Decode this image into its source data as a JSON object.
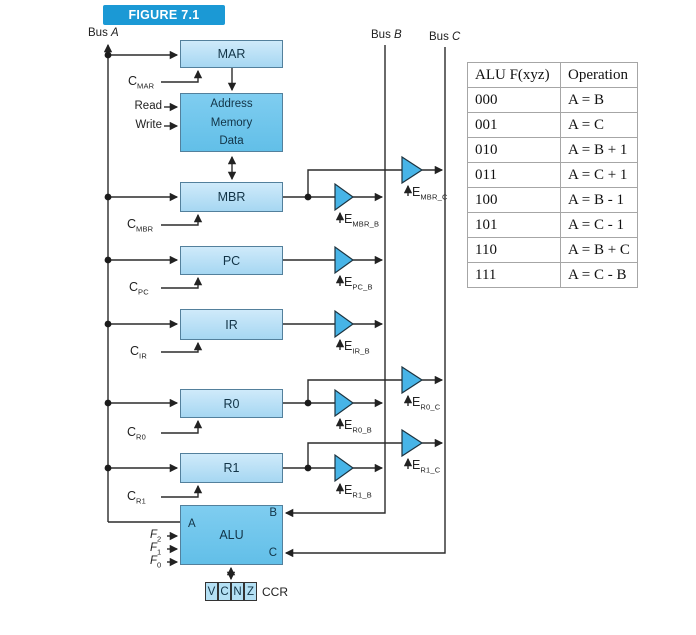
{
  "figure_label": "FIGURE 7.1",
  "buses": {
    "a": {
      "word": "Bus",
      "letter": "A"
    },
    "b": {
      "word": "Bus",
      "letter": "B"
    },
    "c": {
      "word": "Bus",
      "letter": "C"
    }
  },
  "registers": {
    "mar": "MAR",
    "mbr": "MBR",
    "pc": "PC",
    "ir": "IR",
    "r0": "R0",
    "r1": "R1"
  },
  "memory": {
    "lines": [
      "Address",
      "Memory",
      "Data"
    ]
  },
  "memory_controls": {
    "read": "Read",
    "write": "Write"
  },
  "control_signals": {
    "mar": {
      "base": "C",
      "sub": "MAR"
    },
    "mbr": {
      "base": "C",
      "sub": "MBR"
    },
    "pc": {
      "base": "C",
      "sub": "PC"
    },
    "ir": {
      "base": "C",
      "sub": "IR"
    },
    "r0": {
      "base": "C",
      "sub": "R0"
    },
    "r1": {
      "base": "C",
      "sub": "R1"
    }
  },
  "enable_signals": {
    "mbr_b": {
      "base": "E",
      "sub": "MBR_B"
    },
    "mbr_c": {
      "base": "E",
      "sub": "MBR_C"
    },
    "pc_b": {
      "base": "E",
      "sub": "PC_B"
    },
    "ir_b": {
      "base": "E",
      "sub": "IR_B"
    },
    "r0_b": {
      "base": "E",
      "sub": "R0_B"
    },
    "r0_c": {
      "base": "E",
      "sub": "R0_C"
    },
    "r1_b": {
      "base": "E",
      "sub": "R1_B"
    },
    "r1_c": {
      "base": "E",
      "sub": "R1_C"
    }
  },
  "alu": {
    "label": "ALU",
    "port_a": "A",
    "port_b": "B",
    "port_c": "C",
    "f_inputs": {
      "f2": {
        "base": "F",
        "sub": "2"
      },
      "f1": {
        "base": "F",
        "sub": "1"
      },
      "f0": {
        "base": "F",
        "sub": "0"
      }
    }
  },
  "ccr": {
    "flags": [
      "V",
      "C",
      "N",
      "Z"
    ],
    "label": "CCR"
  },
  "colors": {
    "accent_blue": "#1b99d5",
    "register_fill": "#a6d7f2",
    "memory_fill": "#6cc5ec",
    "buffer_fill": "#47b4e7"
  },
  "chart_data": {
    "type": "table",
    "title": "ALU function table",
    "headers": [
      "ALU F(xyz)",
      "Operation"
    ],
    "rows": [
      [
        "000",
        "A = B"
      ],
      [
        "001",
        "A = C"
      ],
      [
        "010",
        "A = B + 1"
      ],
      [
        "011",
        "A = C + 1"
      ],
      [
        "100",
        "A = B - 1"
      ],
      [
        "101",
        "A = C - 1"
      ],
      [
        "110",
        "A = B + C"
      ],
      [
        "111",
        "A = C - B"
      ]
    ]
  }
}
